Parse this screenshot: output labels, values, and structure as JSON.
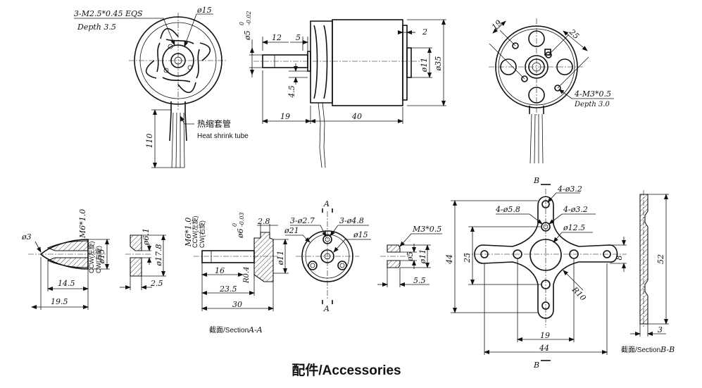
{
  "motor_front": {
    "thread_note": "3-M2.5*0.45 EQS",
    "thread_depth": "Depth 3.5",
    "boss_diameter": "ø15",
    "lead_length": "110",
    "shrink_tube_cn": "热缩套管",
    "shrink_tube_en": "Heat shrink tube"
  },
  "motor_side": {
    "shaft_dia": "ø5",
    "shaft_tol_upper": "0",
    "shaft_tol_lower": "-0.02",
    "shaft_ext": "12",
    "shaft_step": "5",
    "rear_step": "2",
    "rear_boss": "ø11",
    "body_dia": "ø35",
    "flange_offset": "4.5",
    "front_len": "19",
    "body_len": "40"
  },
  "motor_rear": {
    "hole_spacing_a": "19",
    "hole_spacing_b": "25",
    "hole_note": "4-M3*0.5",
    "hole_depth": "Depth 3.0"
  },
  "spinner": {
    "thread": "M6*1.0",
    "rot_ccw": "CCW(左旋)",
    "rot_cw": "CW(右旋)",
    "tip_dia": "ø3",
    "base_dia": "ø15",
    "len_a": "14.5",
    "len_b": "19.5"
  },
  "washer": {
    "inner_dia": "ø6.1",
    "outer_dia": "ø17.8",
    "thickness": "2.5"
  },
  "prop_adapter": {
    "thread": "M6*1.0",
    "rot_ccw": "CCW(左旋)",
    "rot_cw": "CW(右旋)",
    "bore_dia": "ø6",
    "bore_tol_upper": "0",
    "bore_tol_lower": "-0.03",
    "flange_thk": "2.8",
    "hub_dia": "ø11",
    "radius": "R0.4",
    "len_16": "16",
    "len_23_5": "23.5",
    "len_30": "30",
    "section_caption": "截面/Section",
    "section_id": "A-A"
  },
  "adapter_face": {
    "section_mark": "A",
    "holes_small": "3-ø2.7",
    "holes_large": "3-ø4.8",
    "pcd": "ø21",
    "boss": "ø15"
  },
  "nut": {
    "thread": "M3*0.5",
    "inner_dia": "ø5",
    "outer_dia": "ø11",
    "length": "5.5"
  },
  "cross_mount": {
    "section_mark": "B",
    "holes_a": "4-ø3.2",
    "holes_b": "4-ø5.8",
    "holes_c": "4-ø3.2",
    "center_bore": "ø12.5",
    "height": "44",
    "inner_height": "25",
    "arm_width": "8",
    "corner_radius": "R10",
    "inner_width": "19",
    "width": "44"
  },
  "cross_section": {
    "height": "52",
    "thickness": "3",
    "section_caption": "截面/Section",
    "section_id": "B-B"
  },
  "caption": "配件/Accessories"
}
